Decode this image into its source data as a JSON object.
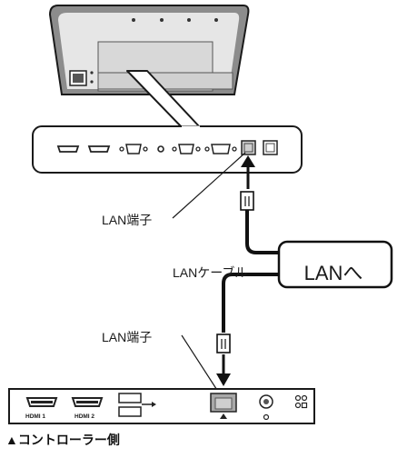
{
  "labels": {
    "lan_port_top": "LAN端子",
    "lan_cable": "LANケーブル",
    "lan_callout": "LANへ",
    "lan_port_bottom": "LAN端子",
    "hdmi1": "HDMI 1",
    "hdmi2": "HDMI 2",
    "caption": "▲コントローラー側"
  },
  "colors": {
    "monitor_body": "#8c8c8c",
    "monitor_back": "#e6e6e6",
    "lan_port_highlight": "#cfcfcf",
    "cable": "#111111",
    "outline": "#1a1a1a"
  }
}
